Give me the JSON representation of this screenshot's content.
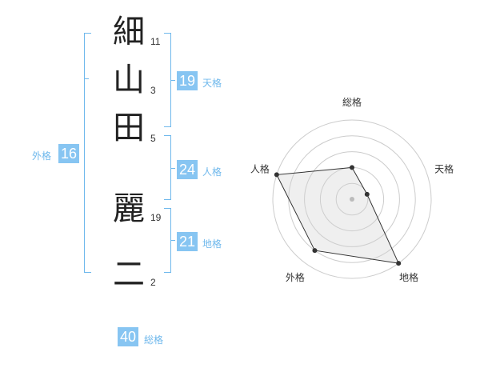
{
  "name": {
    "characters": [
      {
        "char": "細",
        "strokes": "11"
      },
      {
        "char": "山",
        "strokes": "3"
      },
      {
        "char": "田",
        "strokes": "5"
      },
      {
        "char": "麗",
        "strokes": "19"
      },
      {
        "char": "二",
        "strokes": "2"
      }
    ]
  },
  "fortune": {
    "tenkaku": {
      "value": "19",
      "label": "天格"
    },
    "jinkaku": {
      "value": "24",
      "label": "人格"
    },
    "chikaku": {
      "value": "21",
      "label": "地格"
    },
    "gaikaku": {
      "value": "16",
      "label": "外格"
    },
    "soukaku": {
      "value": "40",
      "label": "総格"
    }
  },
  "colors": {
    "accent": "#87c5f2",
    "bracket": "#6fb8ec"
  },
  "chart_data": {
    "type": "radar",
    "axes": [
      "総格",
      "天格",
      "地格",
      "外格",
      "人格"
    ],
    "levels": 5,
    "values": [
      2,
      1,
      5,
      4,
      5
    ],
    "max": 5
  }
}
